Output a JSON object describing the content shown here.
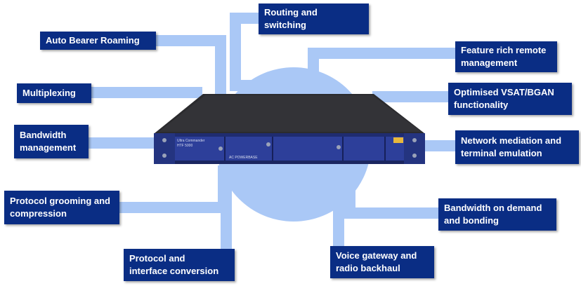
{
  "colors": {
    "connector": "#aac8f6",
    "label_bg": "#0a2d84",
    "label_text": "#ffffff",
    "device_top": "#2b2b2e",
    "device_front": "#2d3f9a"
  },
  "device": {
    "badge": "Ultra Commander",
    "model": "HTF 5000",
    "slot_label": "AC POWERBASE"
  },
  "labels": {
    "auto_bearer_roaming": "Auto Bearer Roaming",
    "routing": "Routing and\nswitching",
    "remote_mgmt": "Feature rich remote\nmanagement",
    "multiplexing": "Multiplexing",
    "vsat_bgan": "Optimised VSAT/BGAN\nfunctionality",
    "bandwidth_mgmt": "Bandwidth\nmanagement",
    "network_mediation": "Network mediation and\nterminal emulation",
    "protocol_grooming": "Protocol grooming and\ncompression",
    "bandwidth_demand": "Bandwidth on demand\nand bonding",
    "protocol_conversion": "Protocol and\ninterface conversion",
    "voice_gateway": "Voice gateway and\nradio backhaul"
  }
}
